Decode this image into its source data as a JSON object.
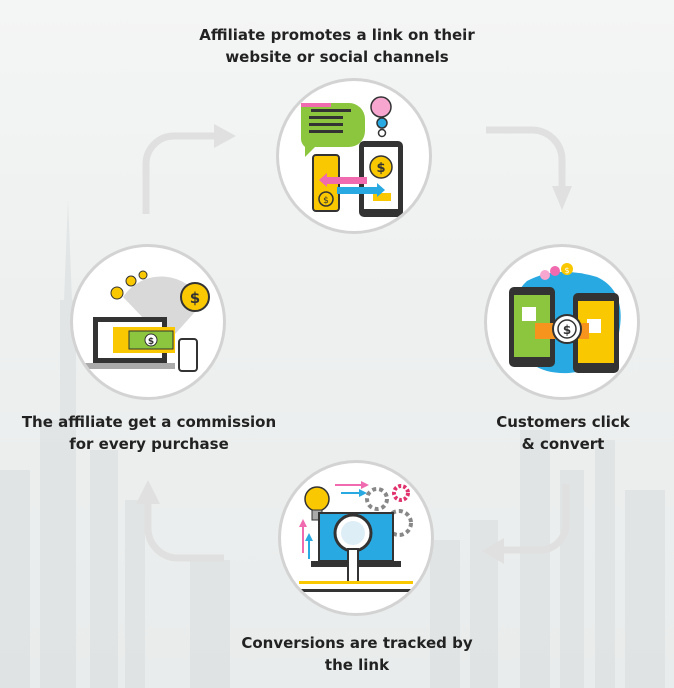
{
  "steps": [
    {
      "line1": "Affiliate promotes a link on their",
      "line2": "website or social channels"
    },
    {
      "line1": "Customers click",
      "line2": "& convert"
    },
    {
      "line1": "Conversions are tracked by",
      "line2": "the link"
    },
    {
      "line1": "The affiliate get a commission",
      "line2": "for every purchase"
    }
  ],
  "colors": {
    "circle_border": "#d3d3d3",
    "arrow": "#e0e0e0",
    "yellow": "#f9c800",
    "blue": "#29a9e1",
    "pink": "#f06ab0",
    "green": "#8cc63f",
    "orange": "#f7941d",
    "dark": "#333333"
  },
  "icons": {
    "step1": "phone-to-phone-icon",
    "step2": "phones-exchange-icon",
    "step3": "analytics-magnifier-icon",
    "step4": "laptop-commission-icon"
  }
}
